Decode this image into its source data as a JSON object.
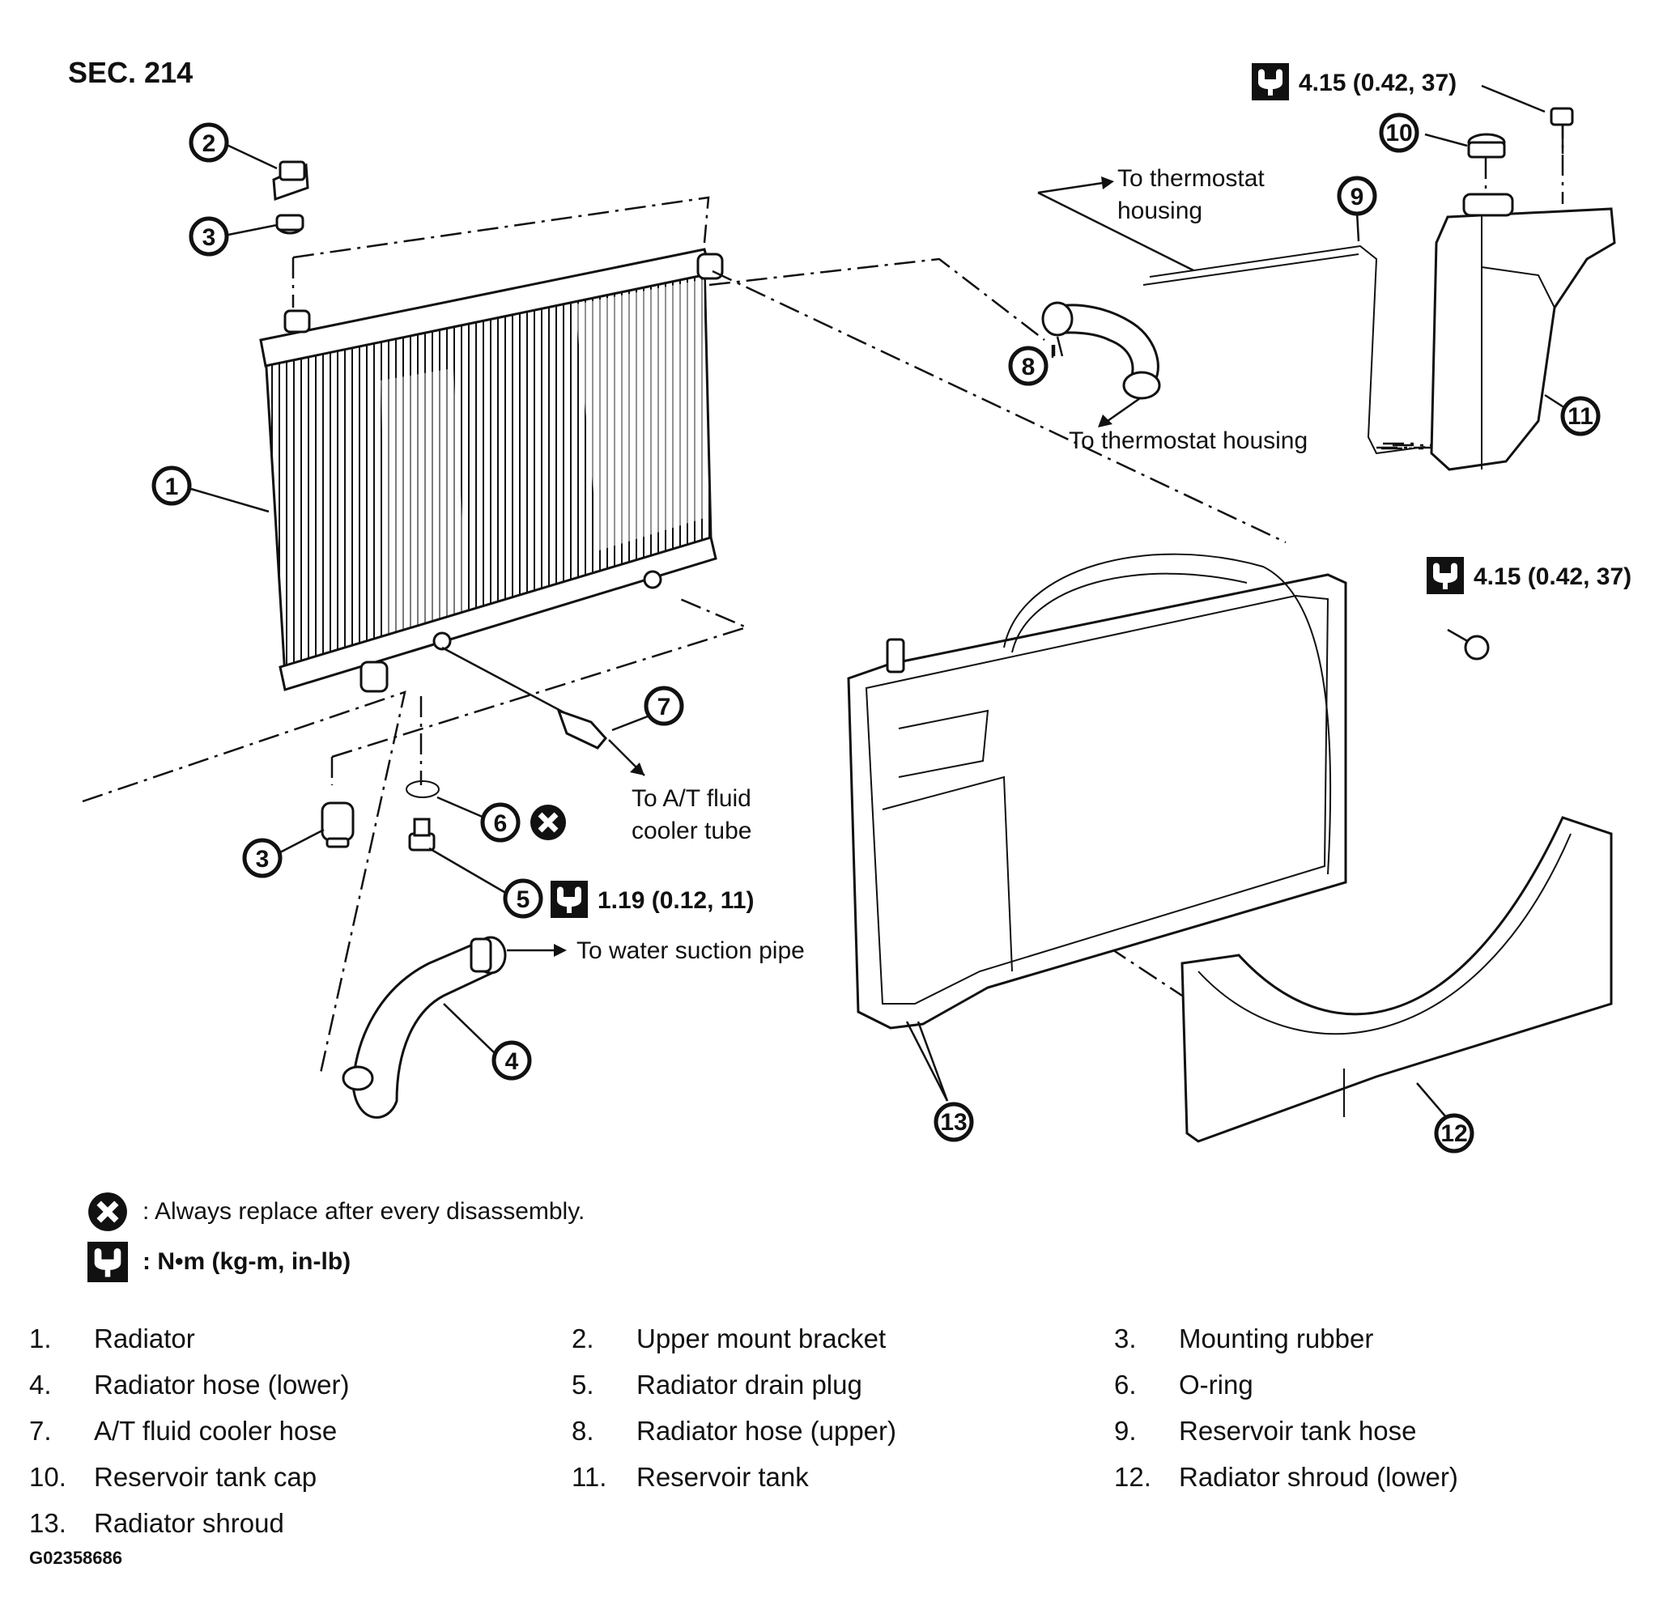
{
  "section": "SEC. 214",
  "torque": {
    "top_bolt": "4.15 (0.42, 37)",
    "shroud_bolt": "4.15 (0.42, 37)",
    "drain_plug": "1.19 (0.12, 11)"
  },
  "callouts": {
    "to_thermostat_housing_top_1": "To thermostat",
    "to_thermostat_housing_top_2": "housing",
    "to_thermostat_housing_mid": "To thermostat housing",
    "to_at_fluid_1": "To A/T fluid",
    "to_at_fluid_2": "cooler tube",
    "to_water_suction": "To water suction pipe"
  },
  "markers": [
    "1",
    "2",
    "3",
    "3",
    "4",
    "5",
    "6",
    "7",
    "8",
    "9",
    "10",
    "11",
    "12",
    "13"
  ],
  "legend": {
    "replace": ": Always replace after every disassembly.",
    "torque_unit": ": N•m  (kg-m,  in-lb)",
    "replace_icon": "x-circle-icon",
    "torque_icon": "torque-wrench-icon"
  },
  "parts": [
    {
      "num": "1.",
      "name": "Radiator"
    },
    {
      "num": "2.",
      "name": "Upper mount bracket"
    },
    {
      "num": "3.",
      "name": "Mounting rubber"
    },
    {
      "num": "4.",
      "name": "Radiator hose (lower)"
    },
    {
      "num": "5.",
      "name": "Radiator drain plug"
    },
    {
      "num": "6.",
      "name": "O-ring"
    },
    {
      "num": "7.",
      "name": "A/T fluid cooler hose"
    },
    {
      "num": "8.",
      "name": "Radiator hose (upper)"
    },
    {
      "num": "9.",
      "name": "Reservoir tank hose"
    },
    {
      "num": "10.",
      "name": "Reservoir tank cap"
    },
    {
      "num": "11.",
      "name": "Reservoir tank"
    },
    {
      "num": "12.",
      "name": "Radiator shroud (lower)"
    },
    {
      "num": "13.",
      "name": "Radiator shroud"
    }
  ],
  "figure_code": "G02358686"
}
